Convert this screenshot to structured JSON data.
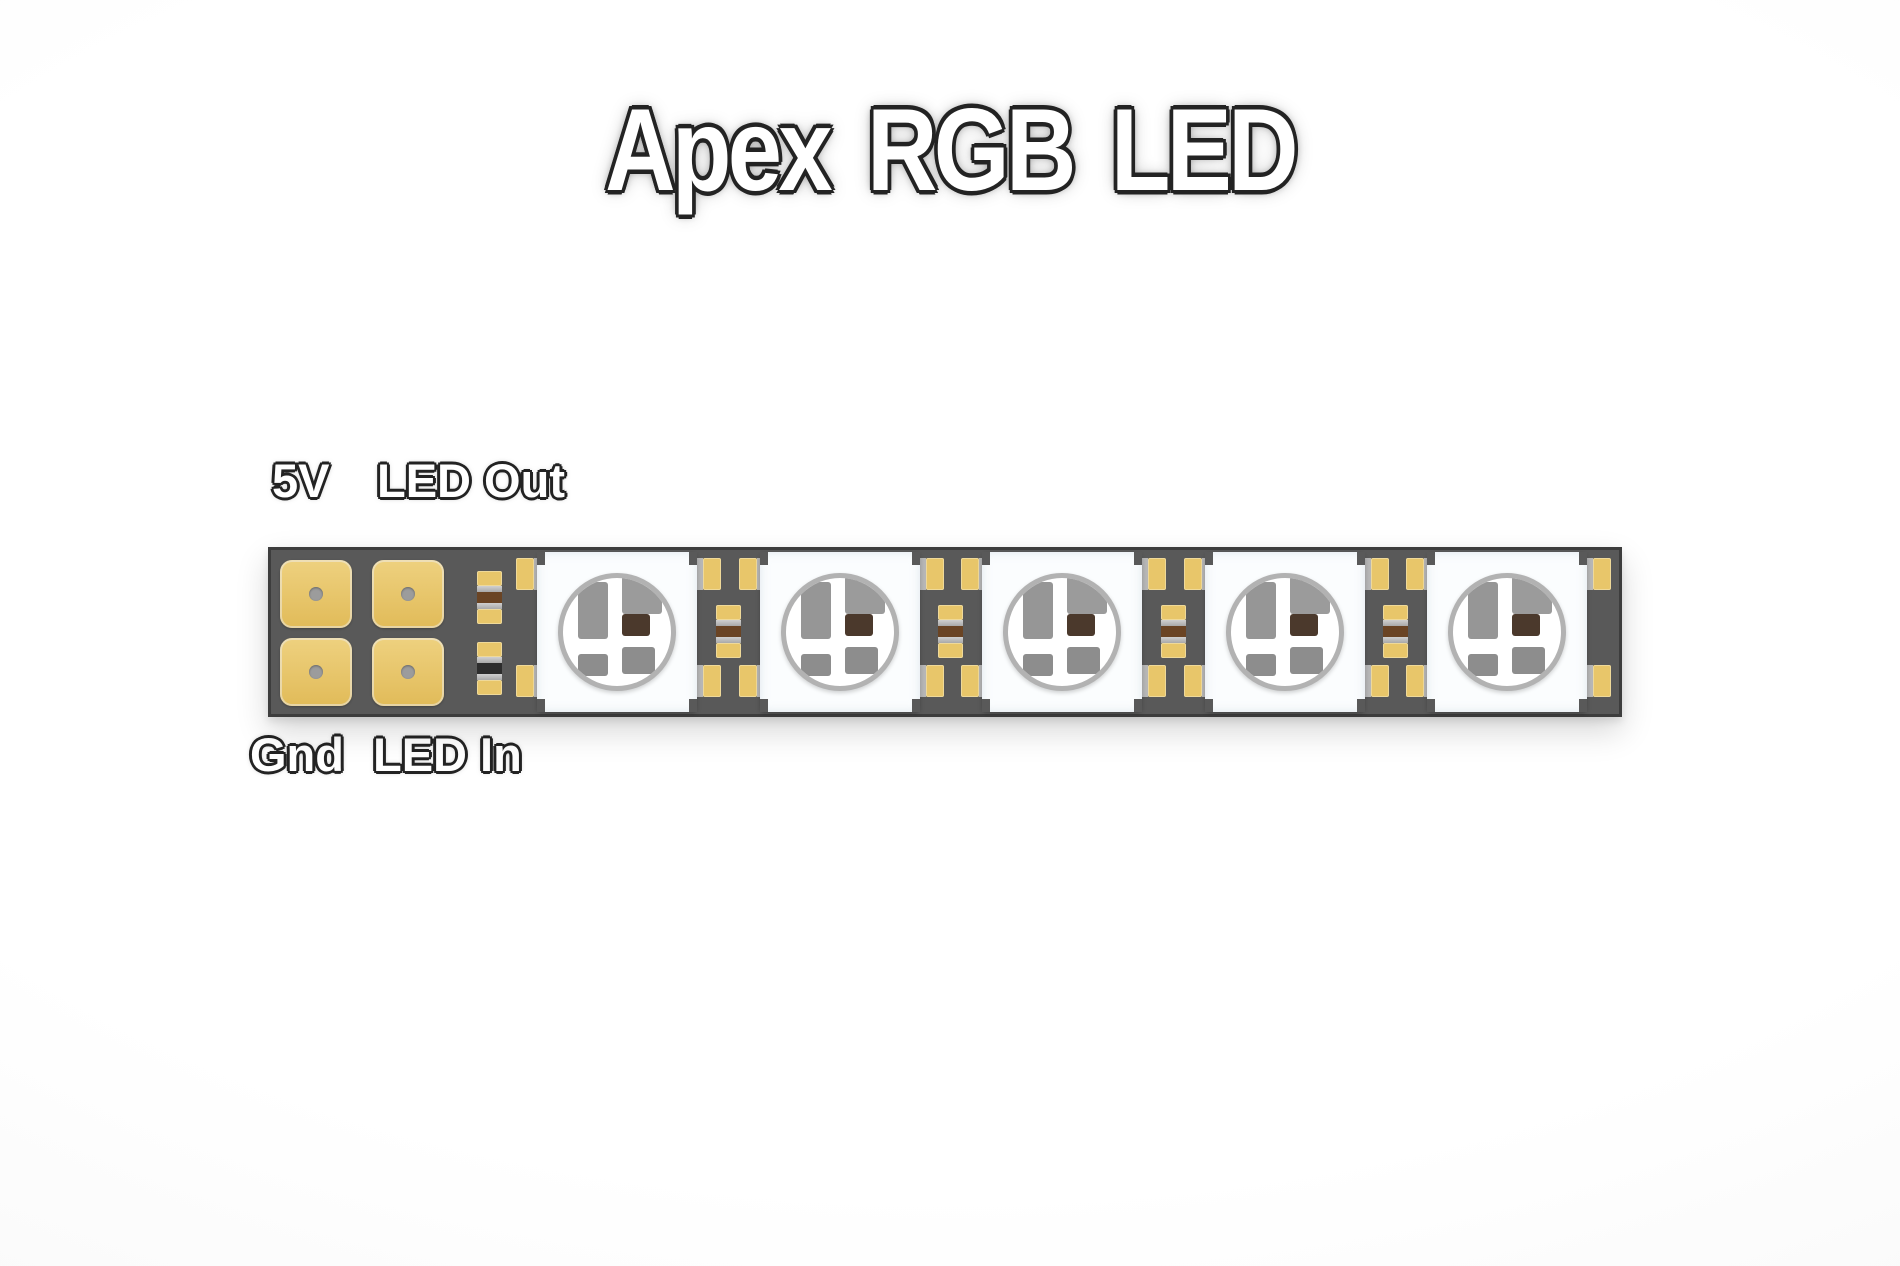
{
  "title": "Apex RGB LED",
  "pin_labels": {
    "top_left": "5V",
    "top_right": "LED Out",
    "bottom_left": "Gnd",
    "bottom_right": "LED In"
  },
  "strip": {
    "led_count": 5,
    "power_pad_count": 4,
    "capacitor_count": 6,
    "colors": {
      "pcb": "#595959",
      "pcb_edge": "#3d3d3d",
      "pad_gold": "#e8c66a",
      "pad_gold_light": "#eed17f",
      "pad_gold_dark": "#e1bb59",
      "terminal_gray": "#b6b6b6",
      "led_body": "#fbfdfe",
      "lens_ring": "#b2b2b2",
      "lens_gray_a": "#969696",
      "lens_gray_b": "#8d8d8d",
      "lens_gray_c": "#9b9b9b",
      "die_brown": "#4b392c",
      "cap_brown": "#6a4424",
      "cap_black": "#2d2d2d",
      "via_gray": "#9c9c9c"
    }
  }
}
